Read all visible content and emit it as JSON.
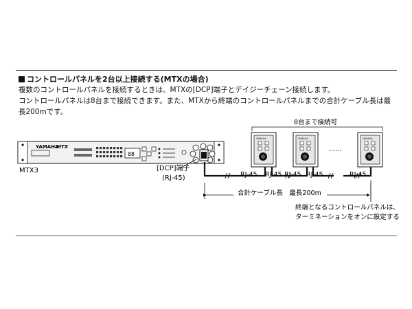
{
  "heading": "コントロールパネルを2台以上接続する(MTXの場合)",
  "description": [
    "複数のコントロールパネルを接続するときは、MTXの[DCP]端子とデイジーチェーン接続します。",
    "コントロールパネルは8台まで接続できます。また、MTXから終端のコントロールパネルまでの合計ケーブル長は最",
    "長200mです。"
  ],
  "device": {
    "brand": "YAMAHA",
    "model_mark": "MTX",
    "label": "MTX3",
    "display": "88"
  },
  "port_label": [
    "[DCP]端子",
    "(RJ-45)"
  ],
  "panel_group_label": "8台まで接続可",
  "panel_brand": "YAMAHA",
  "rj45": [
    "RJ-45",
    "RJ-45",
    "RJ-45",
    "RJ-45",
    "RJ-45"
  ],
  "ellipsis": "......",
  "cable_label": "合計ケーブル長　最長200m",
  "terminator_note": [
    "終端となるコントロールパネルは、",
    "ターミネーションをオンに設定する"
  ],
  "colors": {
    "line": "#111111",
    "device_face": "#f2f2f2",
    "panel_face": "#e6e6e6"
  }
}
